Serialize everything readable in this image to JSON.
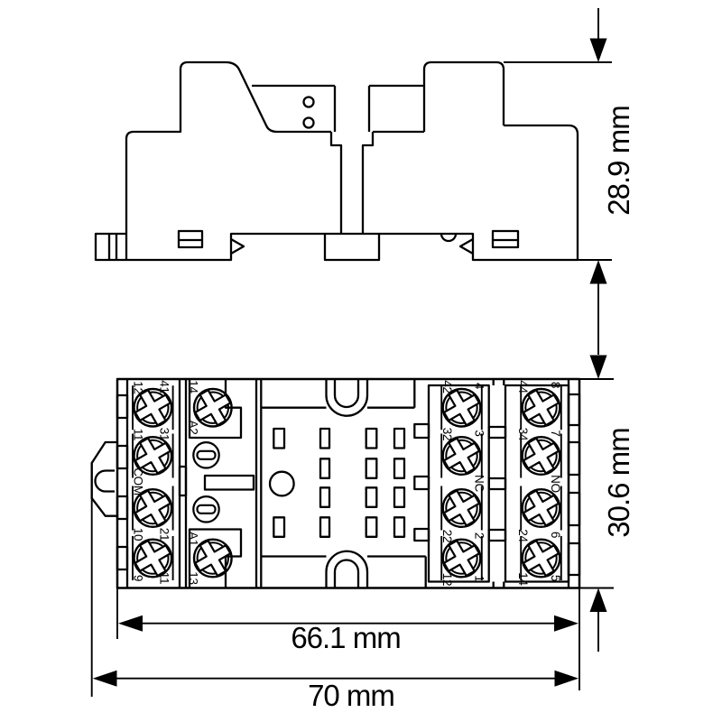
{
  "dimensions": {
    "side_height": "28.9 mm",
    "bottom_height": "30.6 mm",
    "inner_width": "66.1 mm",
    "overall_width": "70 mm"
  },
  "bottom_view": {
    "terminal_labels": {
      "col1_left": [
        "12",
        "11",
        "COM",
        "10",
        "9"
      ],
      "col1_right": [
        "41",
        "31",
        "21",
        "11"
      ],
      "col2": [
        "14",
        "A2",
        "A1",
        "13"
      ],
      "col3_left": [
        "42",
        "32",
        "22",
        "12"
      ],
      "col3_right": [
        "4",
        "3",
        "NC",
        "2",
        "1"
      ],
      "col4_left": [
        "44",
        "34",
        "24",
        "14"
      ],
      "col4_right": [
        "8",
        "7",
        "NO",
        "6",
        "5"
      ]
    }
  },
  "colors": {
    "line": "#000000",
    "background": "#ffffff"
  }
}
